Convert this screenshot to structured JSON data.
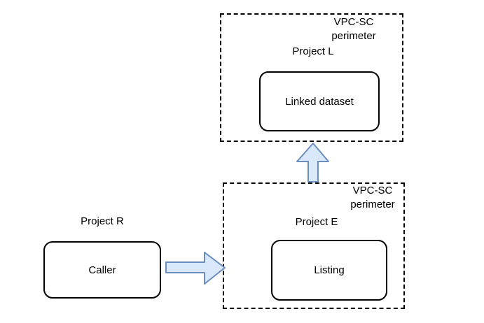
{
  "diagram": {
    "perimeter_top": {
      "perimeter_label": "VPC-SC perimeter",
      "project_label": "Project L",
      "node_label": "Linked dataset"
    },
    "perimeter_bottom": {
      "perimeter_label": "VPC-SC perimeter",
      "project_label": "Project E",
      "node_label": "Listing"
    },
    "external": {
      "project_label": "Project R",
      "node_label": "Caller"
    },
    "arrows": {
      "caller_to_listing": "right-block-arrow",
      "listing_to_linked_dataset": "up-block-arrow"
    },
    "colors": {
      "arrow_fill": "#dae8fc",
      "arrow_stroke": "#6c8ebf",
      "shape_stroke": "#000000",
      "background": "#ffffff"
    }
  }
}
